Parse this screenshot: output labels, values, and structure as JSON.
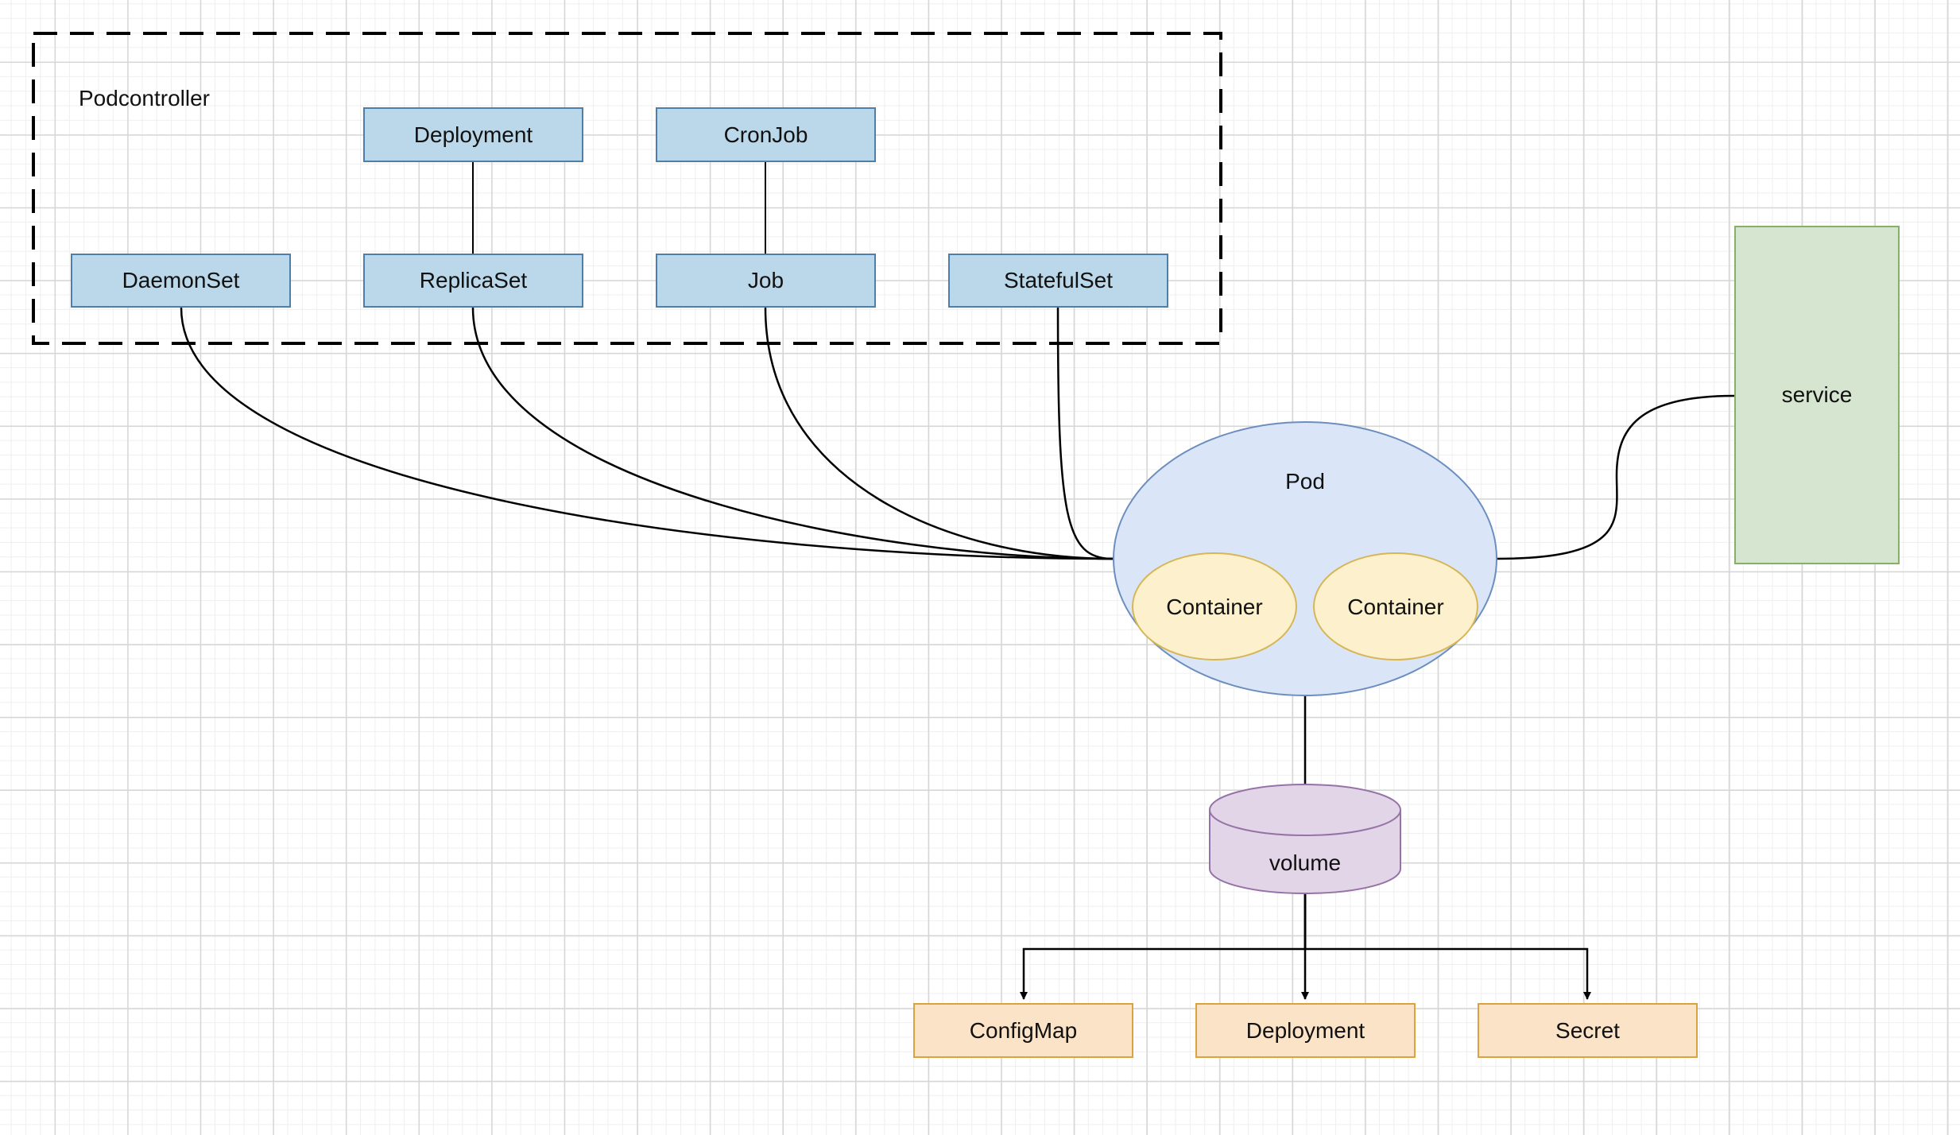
{
  "group": {
    "label": "Podcontroller"
  },
  "controllers": {
    "deployment": "Deployment",
    "cronjob": "CronJob",
    "daemonset": "DaemonSet",
    "replicaset": "ReplicaSet",
    "job": "Job",
    "statefulset": "StatefulSet"
  },
  "pod": {
    "label": "Pod",
    "containers": [
      "Container",
      "Container"
    ]
  },
  "service": {
    "label": "service"
  },
  "volume": {
    "label": "volume"
  },
  "volume_sources": [
    "ConfigMap",
    "Deployment",
    "Secret"
  ],
  "colors": {
    "controller_fill": "#bad8ea",
    "controller_border": "#4d7fa8",
    "pod_fill": "#dae6f8",
    "pod_border": "#6c8ebf",
    "container_fill": "#fdf1cd",
    "container_border": "#d6b656",
    "service_fill": "#d6e5cf",
    "service_border": "#86b067",
    "volume_fill": "#e1d5e7",
    "volume_border": "#9673a6",
    "source_fill": "#fbe3c8",
    "source_border": "#d9a33f"
  }
}
